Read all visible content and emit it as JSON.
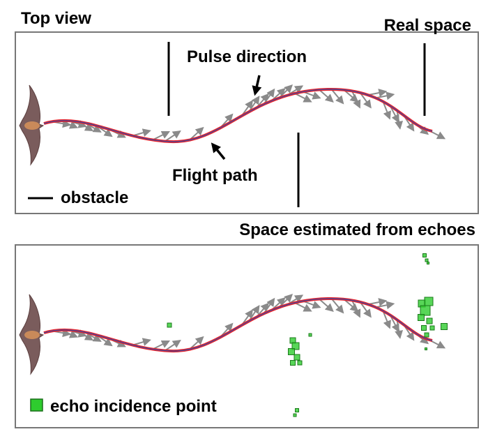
{
  "top_panel": {
    "title": "Top view",
    "corner_label": "Real space",
    "pulse_label": "Pulse direction",
    "path_label": "Flight path",
    "legend_label": "obstacle"
  },
  "bottom_panel": {
    "corner_label": "Space estimated from echoes",
    "legend_label": "echo incidence point"
  },
  "colors": {
    "path_red": "#e8222a",
    "path_blue": "#3b4aa0",
    "arrow_gray": "#8a8a8a",
    "echo_green": "#2ecc2e",
    "obstacle": "#000000"
  }
}
